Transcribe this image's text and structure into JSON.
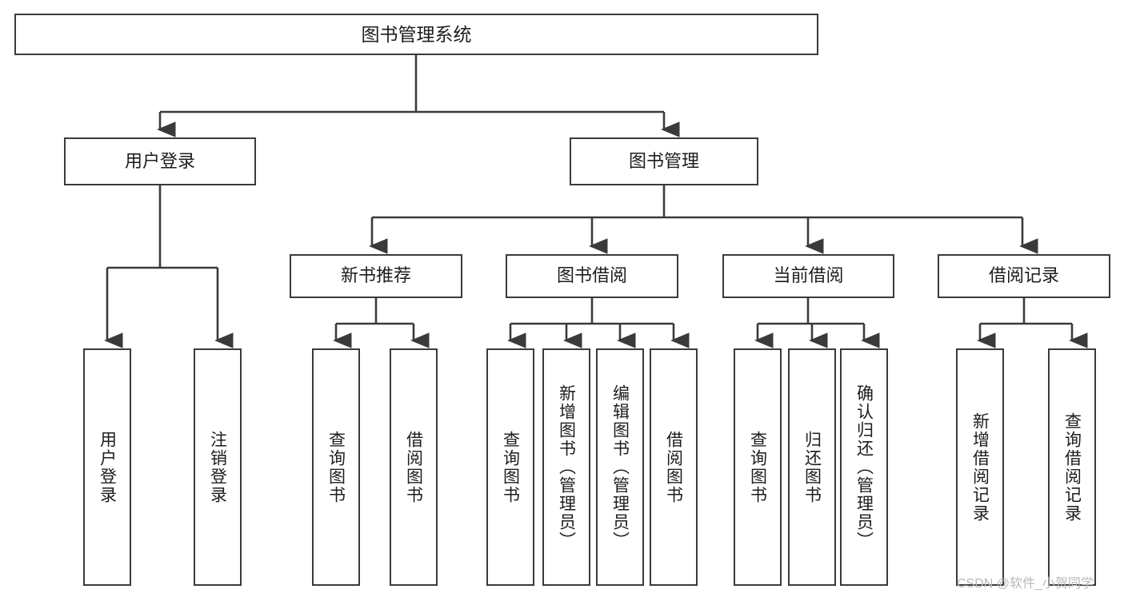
{
  "diagram": {
    "title": "图书管理系统",
    "type": "tree-hierarchy",
    "root": {
      "label": "图书管理系统"
    },
    "level1": [
      {
        "id": "user-login",
        "label": "用户登录"
      },
      {
        "id": "book-manage",
        "label": "图书管理"
      }
    ],
    "level2": [
      {
        "id": "new-book-recommend",
        "label": "新书推荐",
        "parent": "book-manage"
      },
      {
        "id": "book-borrow",
        "label": "图书借阅",
        "parent": "book-manage"
      },
      {
        "id": "current-borrow",
        "label": "当前借阅",
        "parent": "book-manage"
      },
      {
        "id": "borrow-record",
        "label": "借阅记录",
        "parent": "book-manage"
      }
    ],
    "leaves": [
      {
        "id": "leaf-user-login",
        "label": "用户登录",
        "parent": "user-login"
      },
      {
        "id": "leaf-logout",
        "label": "注销登录",
        "parent": "user-login"
      },
      {
        "id": "leaf-query-book-1",
        "label": "查询图书",
        "parent": "new-book-recommend"
      },
      {
        "id": "leaf-borrow-book-1",
        "label": "借阅图书",
        "parent": "new-book-recommend"
      },
      {
        "id": "leaf-query-book-2",
        "label": "查询图书",
        "parent": "book-borrow"
      },
      {
        "id": "leaf-add-book",
        "label": "新增图书（管理员）",
        "parent": "book-borrow"
      },
      {
        "id": "leaf-edit-book",
        "label": "编辑图书（管理员）",
        "parent": "book-borrow"
      },
      {
        "id": "leaf-borrow-book-2",
        "label": "借阅图书",
        "parent": "book-borrow"
      },
      {
        "id": "leaf-query-book-3",
        "label": "查询图书",
        "parent": "current-borrow"
      },
      {
        "id": "leaf-return-book",
        "label": "归还图书",
        "parent": "current-borrow"
      },
      {
        "id": "leaf-confirm-return",
        "label": "确认归还（管理员）",
        "parent": "current-borrow"
      },
      {
        "id": "leaf-add-record",
        "label": "新增借阅记录",
        "parent": "borrow-record"
      },
      {
        "id": "leaf-query-record",
        "label": "查询借阅记录",
        "parent": "borrow-record"
      }
    ]
  },
  "watermark": {
    "text": "CSDN @软件_小贺同学"
  },
  "colors": {
    "stroke": "#3a3a3a",
    "text": "#1d1d1d",
    "background": "#ffffff",
    "watermark": "#b9b9b9"
  }
}
